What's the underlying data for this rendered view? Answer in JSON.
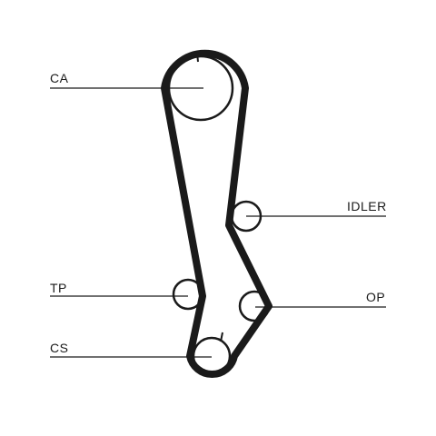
{
  "labels": {
    "ca": "CA",
    "tp": "TP",
    "cs": "CS",
    "idler": "IDLER",
    "op": "OP"
  },
  "colors": {
    "belt": "#1a1a1a",
    "line": "#1a1a1a",
    "background": "#ffffff"
  }
}
